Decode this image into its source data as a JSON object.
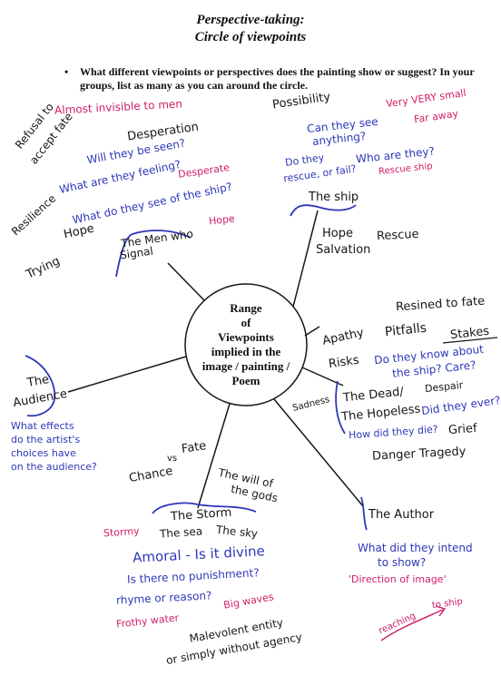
{
  "title_line1": "Perspective-taking:",
  "title_line2": "Circle of viewpoints",
  "bullet_text": "What different viewpoints or perspectives does the painting show or suggest? In your groups, list as many as you can around the circle.",
  "centre_text": [
    "Range",
    "of",
    "Viewpoints",
    "implied in the",
    "image / painting /",
    "Poem"
  ],
  "notes": {
    "almost_invisible": "Almost invisible to men",
    "refusal": "Refusal to",
    "accept_fate": "accept fate",
    "desperation": "Desperation",
    "will_seen": "Will they be seen?",
    "what_feeling": "What are they feeling?",
    "desperate": "Desperate",
    "resilience": "Resilience",
    "what_see_ship": "What do they see of the ship?",
    "hope_red": "Hope",
    "hope_black": "Hope",
    "trying": "Trying",
    "men_who_signal_1": "The Men who",
    "men_who_signal_2": "Signal",
    "possibility": "Possibility",
    "can_see_1": "Can they see",
    "can_see_2": "anything?",
    "very_small": "Very VERY small",
    "far_away": "Far away",
    "rescue_fail_1": "Do they",
    "rescue_fail_2": "rescue, or fail?",
    "who_are_they": "Who are they?",
    "rescue_ship": "Rescue ship",
    "the_ship": "The ship",
    "hope_rescue_salvation_1": "Hope",
    "rescue": "Rescue",
    "salvation": "Salvation",
    "resigned": "Resined to fate",
    "apathy": "Apathy",
    "pitfalls": "Pitfalls",
    "stakes": "Stakes",
    "risks": "Risks",
    "know_ship_1": "Do they know about",
    "know_ship_2": "the ship? Care?",
    "despair": "Despair",
    "dead": "The Dead/",
    "hopeless": "The Hopeless",
    "did_ever": "Did they ever?",
    "sadness": "Sadness",
    "how_die": "How did they die?",
    "grief": "Grief",
    "danger_tragedy": "Danger Tragedy",
    "audience_1": "The",
    "audience_2": "Audience",
    "effects_1": "What effects",
    "effects_2": "do the artist's",
    "effects_3": "choices have",
    "effects_4": "on the audience?",
    "vs": "vs",
    "fate": "Fate",
    "chance": "Chance",
    "will_gods_1": "The will of",
    "will_gods_2": "the gods",
    "storm": "The Storm",
    "the_sea": "The sea",
    "the_sky": "The sky",
    "stormy": "Stormy",
    "amoral": "Amoral - Is it divine",
    "no_punishment": "Is there no punishment?",
    "rhyme_reason": "rhyme or reason?",
    "big_waves": "Big waves",
    "frothy_water": "Frothy water",
    "malevolent_1": "Malevolent entity",
    "malevolent_2": "or simply without agency",
    "author": "The Author",
    "intend_1": "What did they intend",
    "intend_2": "to show?",
    "direction": "'Direction of image'",
    "reaching": "reaching",
    "to_ship": "to ship"
  },
  "colors": {
    "black_ink": "#161616",
    "blue_ink": "#2d37b8",
    "red_ink": "#cf1d66"
  }
}
